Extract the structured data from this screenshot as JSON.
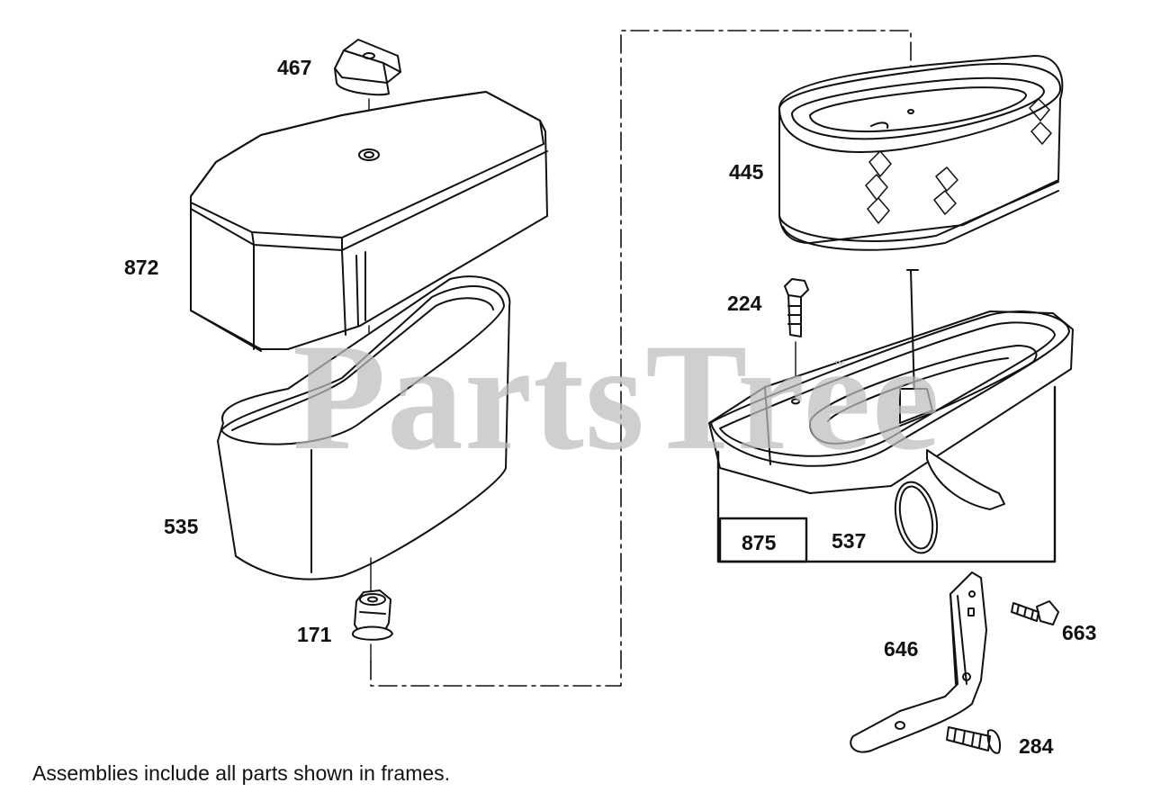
{
  "diagram": {
    "parts": [
      {
        "number": "467"
      },
      {
        "number": "872"
      },
      {
        "number": "535"
      },
      {
        "number": "171"
      },
      {
        "number": "445"
      },
      {
        "number": "224"
      },
      {
        "number": "537"
      },
      {
        "number": "646"
      },
      {
        "number": "663"
      },
      {
        "number": "284"
      }
    ],
    "assembly_frame": {
      "number": "875"
    },
    "watermark": "PartsTree",
    "watermark_mark": "™",
    "footnote": "Assemblies include all parts shown in frames.",
    "colors": {
      "line": "#111111",
      "watermark": "#bdbdbd",
      "background": "#ffffff"
    }
  }
}
